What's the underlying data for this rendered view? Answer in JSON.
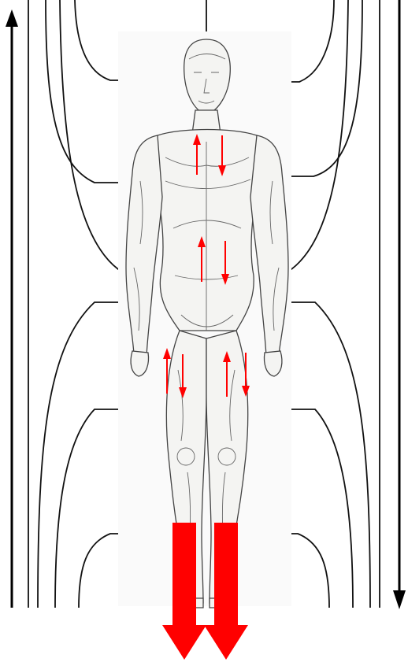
{
  "colors": {
    "field_lines": "#111111",
    "axis_arrows": "#000000",
    "red_arrows": "#ff0000",
    "figure_stroke": "#444444",
    "figure_fill": "#f4f4f2",
    "background": "#ffffff"
  },
  "elements": {
    "left_axis_arrow_direction": "up",
    "right_axis_arrow_direction": "down",
    "large_downward_arrows": 2,
    "small_arrow_pairs": 4
  }
}
